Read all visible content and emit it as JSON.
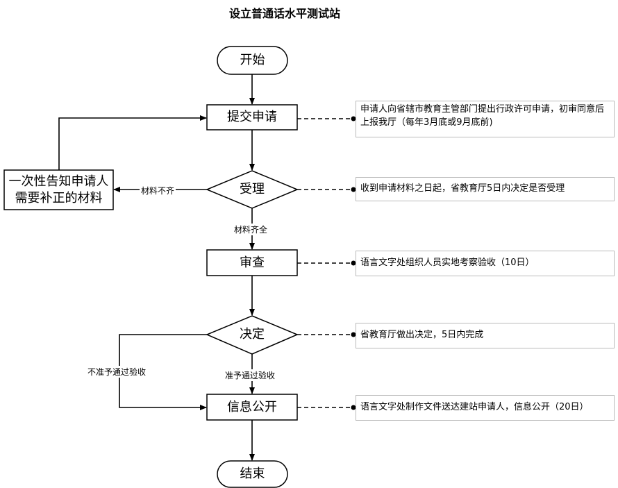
{
  "title": "设立普通话水平测试站",
  "nodes": {
    "start": "开始",
    "submit": "提交申请",
    "accept": "受理",
    "notify": "一次性告知申请人需要补正的材料",
    "review": "审查",
    "decide": "决定",
    "publish": "信息公开",
    "end": "结束"
  },
  "edge_labels": {
    "incomplete": "材料不齐",
    "complete": "材料齐全",
    "approve": "准予通过验收",
    "reject": "不准予通过验收"
  },
  "notes": {
    "submit": "申请人向省辖市教育主管部门提出行政许可申请，初审同意后上报我厅（每年3月底或9月底前)",
    "accept": "收到申请材料之日起，省教育厅5日内决定是否受理",
    "review": "语言文字处组织人员实地考察验收（10日）",
    "decide": "省教育厅做出决定，5日内完成",
    "publish": "语言文字处制作文件送达建站申请人，信息公开（20日）"
  }
}
